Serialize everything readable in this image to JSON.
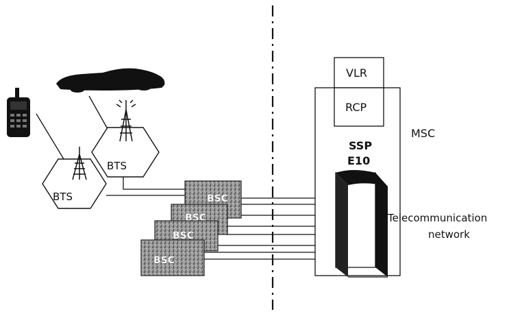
{
  "labels": {
    "bts_left": "BTS",
    "bts_right": "BTS",
    "vlr": "VLR",
    "rcp": "RCP",
    "msc": "MSC",
    "ssp": "SSP",
    "e10": "E10",
    "telecom_line1": "Telecommunication",
    "telecom_line2": "network"
  },
  "bsc_labels": [
    "BSC",
    "BSC",
    "BSC",
    "BSC"
  ],
  "colors": {
    "line": "#111111",
    "bsc_fill": "#8a8a8a",
    "device_dark": "#111111"
  }
}
